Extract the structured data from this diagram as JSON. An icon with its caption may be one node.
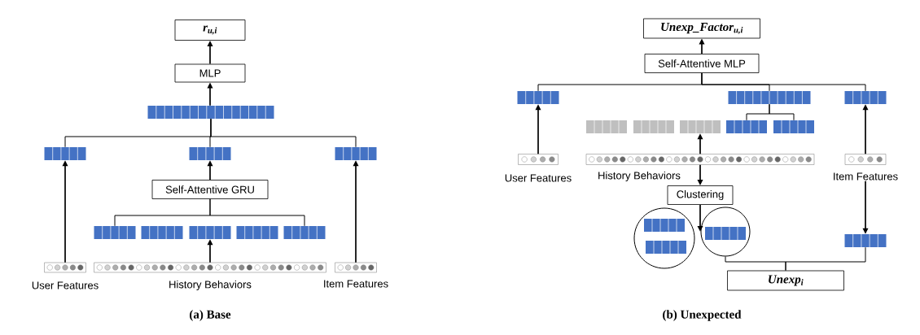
{
  "diagram": {
    "nodes": [
      {
        "text": [
          "r$_{u,i}$"
        ]
      },
      {
        "text": [
          "MLP"
        ]
      },
      {
        "text": [],
        "shape": "bar"
      },
      {
        "text": [],
        "shape": "bar"
      },
      {
        "text": [],
        "shape": "bar"
      },
      {
        "text": [],
        "shape": "bar"
      },
      {
        "text": [
          "Self-Attentive GRU"
        ]
      },
      {
        "text": [],
        "shape": "bar"
      },
      {
        "text": [],
        "shape": "bar"
      },
      {
        "text": [],
        "shape": "bar"
      },
      {
        "text": [],
        "shape": "bar"
      },
      {
        "text": [],
        "shape": "bar"
      },
      {
        "text": [],
        "shape": "box",
        "beside": [
          "User Features"
        ]
      },
      {
        "text": [],
        "shape": "box",
        "beside": [
          "History Behaviors"
        ]
      },
      {
        "text": [],
        "shape": "box",
        "beside": [
          "Item Features"
        ]
      },
      {
        "text": [
          "Unexp_Factor$_{u,i}$"
        ]
      },
      {
        "text": [
          "Self-Attentive MLP"
        ]
      },
      {
        "text": [],
        "shape": "bar"
      },
      {
        "text": [],
        "shape": "bar"
      },
      {
        "text": [],
        "shape": "bar"
      },
      {
        "text": [],
        "shape": "bar"
      },
      {
        "text": [],
        "shape": "bar"
      },
      {
        "text": [],
        "shape": "bar"
      },
      {
        "text": [],
        "shape": "bar"
      },
      {
        "text": [],
        "shape": "bar"
      },
      {
        "text": [],
        "shape": "box",
        "beside": [
          "User Features"
        ]
      },
      {
        "text": [],
        "shape": "box",
        "beside": [
          "History Behaviors"
        ]
      },
      {
        "text": [],
        "shape": "box",
        "beside": [
          "Item Features"
        ]
      },
      {
        "text": [
          "Clustering"
        ]
      },
      {
        "text": [],
        "shape": "circle"
      },
      {
        "text": [],
        "shape": "bar",
        "in": 29
      },
      {
        "text": [],
        "shape": "bar",
        "in": 29
      },
      {
        "text": [],
        "shape": "circle"
      },
      {
        "text": [],
        "shape": "bar",
        "in": 32
      },
      {
        "text": [],
        "shape": "bar"
      },
      {
        "text": [
          "Unexp$_{i}$"
        ]
      }
    ],
    "edges": [
      {
        "from": 1,
        "to": 0,
        "arrow": "to"
      },
      {
        "from": 2,
        "to": 1,
        "arrow": "to"
      },
      {
        "from": 3,
        "to": 2,
        "arrow": "none"
      },
      {
        "from": 4,
        "to": 2,
        "arrow": "none"
      },
      {
        "from": 5,
        "to": 2,
        "arrow": "none"
      },
      {
        "from": 6,
        "to": 4,
        "arrow": "to"
      },
      {
        "from": 7,
        "to": 6,
        "arrow": "none"
      },
      {
        "from": 11,
        "to": 6,
        "arrow": "none"
      },
      {
        "from": 12,
        "to": 3,
        "arrow": "to"
      },
      {
        "from": 13,
        "to": 9,
        "arrow": "to"
      },
      {
        "from": 14,
        "to": 5,
        "arrow": "to"
      },
      {
        "from": 16,
        "to": 15,
        "arrow": "to"
      },
      {
        "from": 17,
        "to": 16,
        "arrow": "none"
      },
      {
        "from": 18,
        "to": 16,
        "arrow": "none"
      },
      {
        "from": 19,
        "to": 16,
        "arrow": "none"
      },
      {
        "from": 23,
        "to": 18,
        "arrow": "none"
      },
      {
        "from": 24,
        "to": 18,
        "arrow": "none"
      },
      {
        "from": 25,
        "to": 17,
        "arrow": "to"
      },
      {
        "from": 26,
        "to": 22,
        "arrow": "to"
      },
      {
        "from": 27,
        "to": 19,
        "arrow": "to"
      },
      {
        "from": 26,
        "to": 28,
        "arrow": "to"
      },
      {
        "from": 28,
        "to": 32,
        "arrow": "to"
      },
      {
        "from": 27,
        "to": 34,
        "arrow": "to"
      },
      {
        "from": 32,
        "to": 35,
        "arrow": "none"
      },
      {
        "from": 34,
        "to": 35,
        "arrow": "none"
      }
    ],
    "labels": [
      "(a) Base",
      "(b) Unexpected"
    ]
  }
}
